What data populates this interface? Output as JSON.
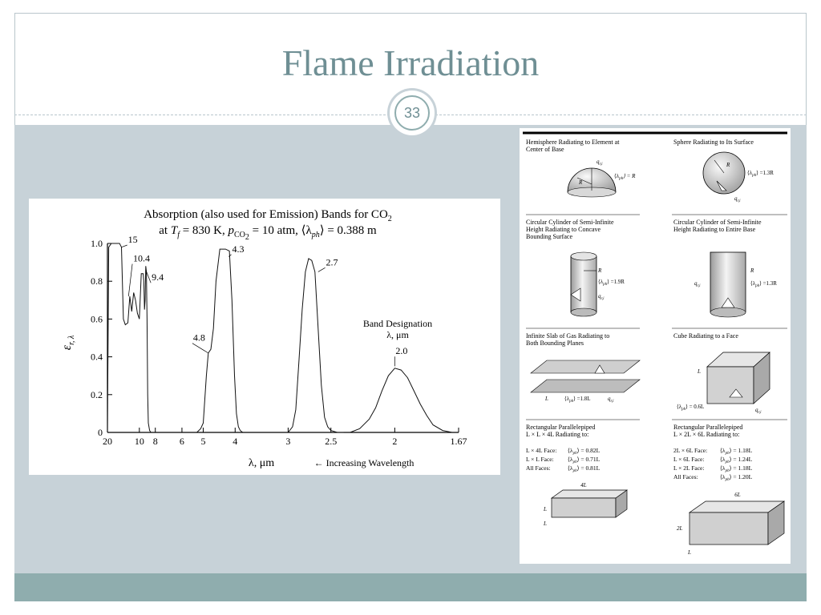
{
  "slide": {
    "title": "Flame Irradiation",
    "number": "33"
  },
  "chart_data": {
    "type": "line",
    "title_line1": "Absorption (also used for Emission) Bands for CO",
    "title_line1_sub": "2",
    "title_line2": "at T",
    "title_line2_parts": [
      "at ",
      "T",
      "f",
      " = 830 K, ",
      "p",
      "CO",
      "2",
      " = 10 atm, ⟨λ",
      "ph",
      "⟩ = 0.388 m"
    ],
    "ylabel": "ε",
    "ylabel_sub": "r, λ",
    "xlabel": "λ, μm",
    "xlabel_arrow": "← Increasing Wavelength",
    "x_ticks": [
      "20",
      "10",
      "8",
      "6",
      "5",
      "4",
      "3",
      "2.5",
      "2",
      "1.67"
    ],
    "x_tick_values": [
      0.05,
      0.1,
      0.125,
      0.1667,
      0.2,
      0.25,
      0.333,
      0.4,
      0.5,
      0.6
    ],
    "y_ticks": [
      "0",
      "0.2",
      "0.4",
      "0.6",
      "0.8",
      "1.0"
    ],
    "ylim": [
      0,
      1.0
    ],
    "xlim": [
      0.05,
      0.6
    ],
    "x_axis": "reciprocal wavelength (1/μm), labeled in μm",
    "band_designation_label": "Band Designation",
    "band_designation_unit": "λ, μm",
    "band_labels": [
      "15",
      "10.4",
      "9.4",
      "4.8",
      "4.3",
      "2.7",
      "2.0"
    ],
    "series": [
      {
        "x": [
          0.05,
          0.052,
          0.056,
          0.061,
          0.065,
          0.069,
          0.072,
          0.075,
          0.078,
          0.082,
          0.085,
          0.088,
          0.091,
          0.094,
          0.097,
          0.1,
          0.103,
          0.106,
          0.107,
          0.108,
          0.109,
          0.11,
          0.111,
          0.112,
          0.113,
          0.114,
          0.116,
          0.118
        ],
        "y": [
          0.0,
          0.98,
          1.0,
          1.0,
          1.0,
          1.0,
          0.98,
          0.6,
          0.57,
          0.58,
          0.72,
          0.64,
          0.74,
          0.7,
          0.63,
          0.6,
          0.84,
          0.84,
          0.8,
          0.65,
          0.7,
          0.88,
          0.85,
          0.6,
          0.2,
          0.05,
          0.01,
          0.0
        ]
      },
      {
        "x": [
          0.19,
          0.196,
          0.2,
          0.205,
          0.208,
          0.212,
          0.216,
          0.22,
          0.226,
          0.235,
          0.241,
          0.245,
          0.249,
          0.252,
          0.255,
          0.258,
          0.262
        ],
        "y": [
          0.0,
          0.02,
          0.05,
          0.3,
          0.42,
          0.44,
          0.55,
          0.8,
          0.97,
          0.97,
          0.96,
          0.7,
          0.3,
          0.1,
          0.03,
          0.01,
          0.0
        ]
      },
      {
        "x": [
          0.333,
          0.34,
          0.345,
          0.35,
          0.355,
          0.36,
          0.365,
          0.37,
          0.375,
          0.38,
          0.385,
          0.39,
          0.395,
          0.4,
          0.41,
          0.42
        ],
        "y": [
          0.0,
          0.03,
          0.12,
          0.38,
          0.65,
          0.85,
          0.92,
          0.91,
          0.85,
          0.55,
          0.25,
          0.08,
          0.03,
          0.01,
          0.0,
          0.0
        ]
      },
      {
        "x": [
          0.43,
          0.445,
          0.46,
          0.47,
          0.48,
          0.49,
          0.5,
          0.51,
          0.52,
          0.53,
          0.54,
          0.55,
          0.56,
          0.575,
          0.59
        ],
        "y": [
          0.0,
          0.02,
          0.07,
          0.13,
          0.22,
          0.3,
          0.34,
          0.33,
          0.29,
          0.22,
          0.15,
          0.09,
          0.04,
          0.01,
          0.0
        ]
      }
    ]
  },
  "geometries": [
    {
      "title": [
        "Hemisphere Radiating to Element at",
        "Center of Base"
      ],
      "labels": [
        "q",
        "r,i",
        "⟨λ",
        "ph",
        "⟩ = R",
        "R"
      ]
    },
    {
      "title": [
        "Sphere Radiating to Its Surface"
      ],
      "labels": [
        "R",
        "⟨λ",
        "ph",
        "⟩ =1.3R",
        "q",
        "r,i"
      ]
    },
    {
      "title": [
        "Circular Cylinder of Semi-Infinite",
        "Height Radiating to Concave",
        "Bounding Surface"
      ],
      "labels": [
        "R",
        "⟨λ",
        "ph",
        "⟩ =1.9R",
        "q",
        "r,i"
      ]
    },
    {
      "title": [
        "Circular Cylinder of Semi-Infinite",
        "Height Radiating to Entire Base"
      ],
      "labels": [
        "R",
        "⟨λ",
        "ph",
        "⟩ =1.3R",
        "q",
        "r,i"
      ]
    },
    {
      "title": [
        "Infinite Slab of Gas Radiating to",
        "Both Bounding Planes"
      ],
      "labels": [
        "L",
        "⟨λ",
        "ph",
        "⟩ =1.8L",
        "q",
        "r,i"
      ]
    },
    {
      "title": [
        "Cube Radiating to a Face"
      ],
      "labels": [
        "L",
        "⟨λ",
        "ph",
        "⟩ = 0.6L",
        "q",
        "r,i"
      ]
    },
    {
      "title": [
        "Rectangular Parallelepiped",
        "L × L × 4L Radiating to:"
      ],
      "rows": [
        [
          "L × 4L Face:",
          "⟨λ",
          "ph",
          "⟩ = 0.82L"
        ],
        [
          "L × L Face:",
          "⟨λ",
          "ph",
          "⟩ = 0.71L"
        ],
        [
          "All Faces:",
          "⟨λ",
          "ph",
          "⟩ = 0.81L"
        ]
      ],
      "labels": [
        "4L",
        "L",
        "L"
      ]
    },
    {
      "title": [
        "Rectangular Parallelepiped",
        "L × 2L × 6L Radiating to:"
      ],
      "rows": [
        [
          "2L × 6L Face:",
          "⟨λ",
          "ph",
          "⟩ = 1.18L"
        ],
        [
          "L × 6L Face:",
          "⟨λ",
          "ph",
          "⟩ = 1.24L"
        ],
        [
          "L × 2L Face:",
          "⟨λ",
          "ph",
          "⟩ = 1.18L"
        ],
        [
          "All Faces:",
          "⟨λ",
          "ph",
          "⟩ = 1.20L"
        ]
      ],
      "labels": [
        "6L",
        "2L",
        "L"
      ]
    }
  ],
  "colors": {
    "title": "#6f8f94",
    "content_bg": "#c7d2d8",
    "footer_bg": "#8fadae"
  }
}
